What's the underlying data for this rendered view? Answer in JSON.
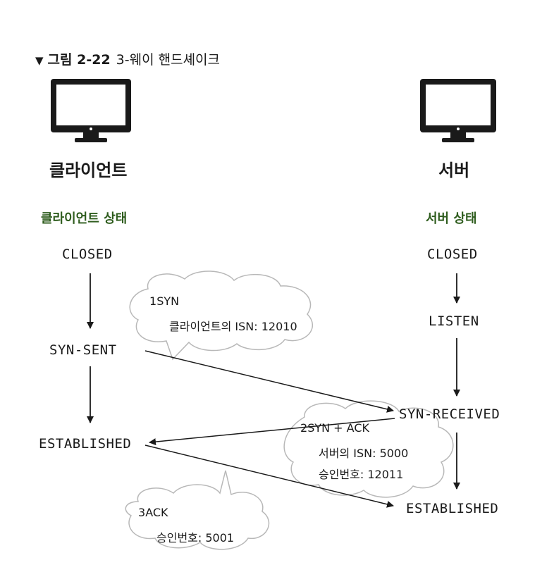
{
  "caption": {
    "marker": "▼",
    "number": "그림 2-22",
    "title": "3-웨이 핸드셰이크"
  },
  "client": {
    "label": "클라이언트",
    "state_header": "클라이언트 상태",
    "states": [
      "CLOSED",
      "SYN-SENT",
      "ESTABLISHED"
    ]
  },
  "server": {
    "label": "서버",
    "state_header": "서버 상태",
    "states": [
      "CLOSED",
      "LISTEN",
      "SYN-RECEIVED",
      "ESTABLISHED"
    ]
  },
  "messages": [
    {
      "step": "1",
      "title": "SYN",
      "lines": [
        "클라이언트의 ISN: 12010"
      ]
    },
    {
      "step": "2",
      "title": "SYN + ACK",
      "lines": [
        "서버의 ISN: 5000",
        "승인번호: 12011"
      ]
    },
    {
      "step": "3",
      "title": "ACK",
      "lines": [
        "승인번호: 5001"
      ]
    }
  ],
  "colors": {
    "badge": "#d85a5a",
    "state_header": "#2f5d1e",
    "cloud_stroke": "#b8b8b8"
  },
  "icons": {
    "client": "monitor-icon",
    "server": "monitor-icon"
  }
}
